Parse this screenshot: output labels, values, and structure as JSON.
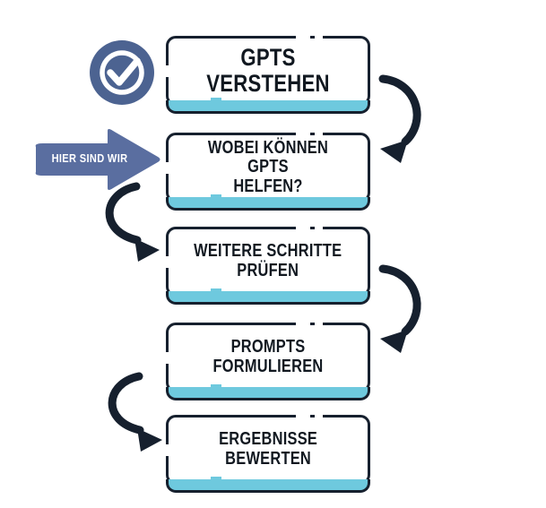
{
  "diagram": {
    "title_text_color": "#111820",
    "accent_bar_color": "#6ec9de",
    "outline_color": "#16202e",
    "badge_color": "#4c6391",
    "banner_color": "#5a6ea0",
    "background": "#ffffff",
    "check_icon": "check-circle-icon",
    "here_banner": {
      "label": "HIER SIND WIR",
      "icon": "right-arrow-banner"
    },
    "steps": [
      {
        "index": 1,
        "label": "GPTS VERSTEHEN",
        "size": "lg"
      },
      {
        "index": 2,
        "label": "WOBEI KÖNNEN GPTS\nHELFEN?",
        "size": "md"
      },
      {
        "index": 3,
        "label": "WEITERE SCHRITTE\nPRÜFEN",
        "size": "md"
      },
      {
        "index": 4,
        "label": "PROMPTS\nFORMULIEREN",
        "size": "md"
      },
      {
        "index": 5,
        "label": "ERGEBNISSE\nBEWERTEN",
        "size": "md"
      }
    ],
    "connectors": [
      {
        "name": "connector-1-to-2",
        "side": "right"
      },
      {
        "name": "connector-2-to-3",
        "side": "left"
      },
      {
        "name": "connector-3-to-4",
        "side": "right"
      },
      {
        "name": "connector-4-to-5",
        "side": "left"
      }
    ]
  }
}
